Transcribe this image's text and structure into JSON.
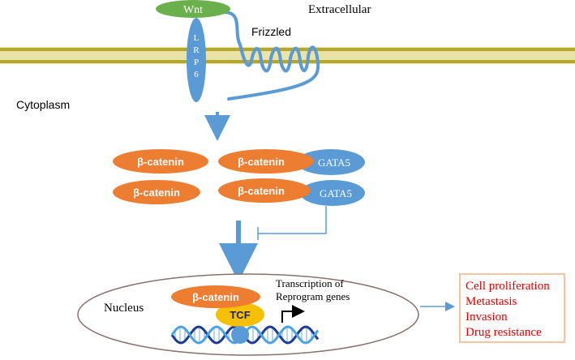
{
  "labels": {
    "wnt": "Wnt",
    "extracellular": "Extracellular",
    "frizzled": "Frizzled",
    "lrp6_letters": [
      "L",
      "R",
      "P",
      "6"
    ],
    "cytoplasm": "Cytoplasm",
    "beta_catenin": "β-catenin",
    "gata5": "GATA5",
    "nucleus": "Nucleus",
    "tcf": "TCF",
    "transcription_line1": "Transcription of",
    "transcription_line2": "Reprogram genes"
  },
  "outcomes": [
    "Cell proliferation",
    "Metastasis",
    "Invasion",
    "Drug resistance"
  ],
  "colors": {
    "wnt_fill": "#6ab04c",
    "receptor_blue": "#5b9bd5",
    "beta_catenin_fill": "#ed7d31",
    "gata5_fill": "#5b9bd5",
    "tcf_fill": "#f5c000",
    "outcome_text": "#e00000",
    "outcome_border": "#f4b183",
    "arrow_blue": "#5b9bd5",
    "membrane_head": "#b5a630",
    "dna_dark": "#1f3a93",
    "dna_light": "#4aa3df"
  }
}
